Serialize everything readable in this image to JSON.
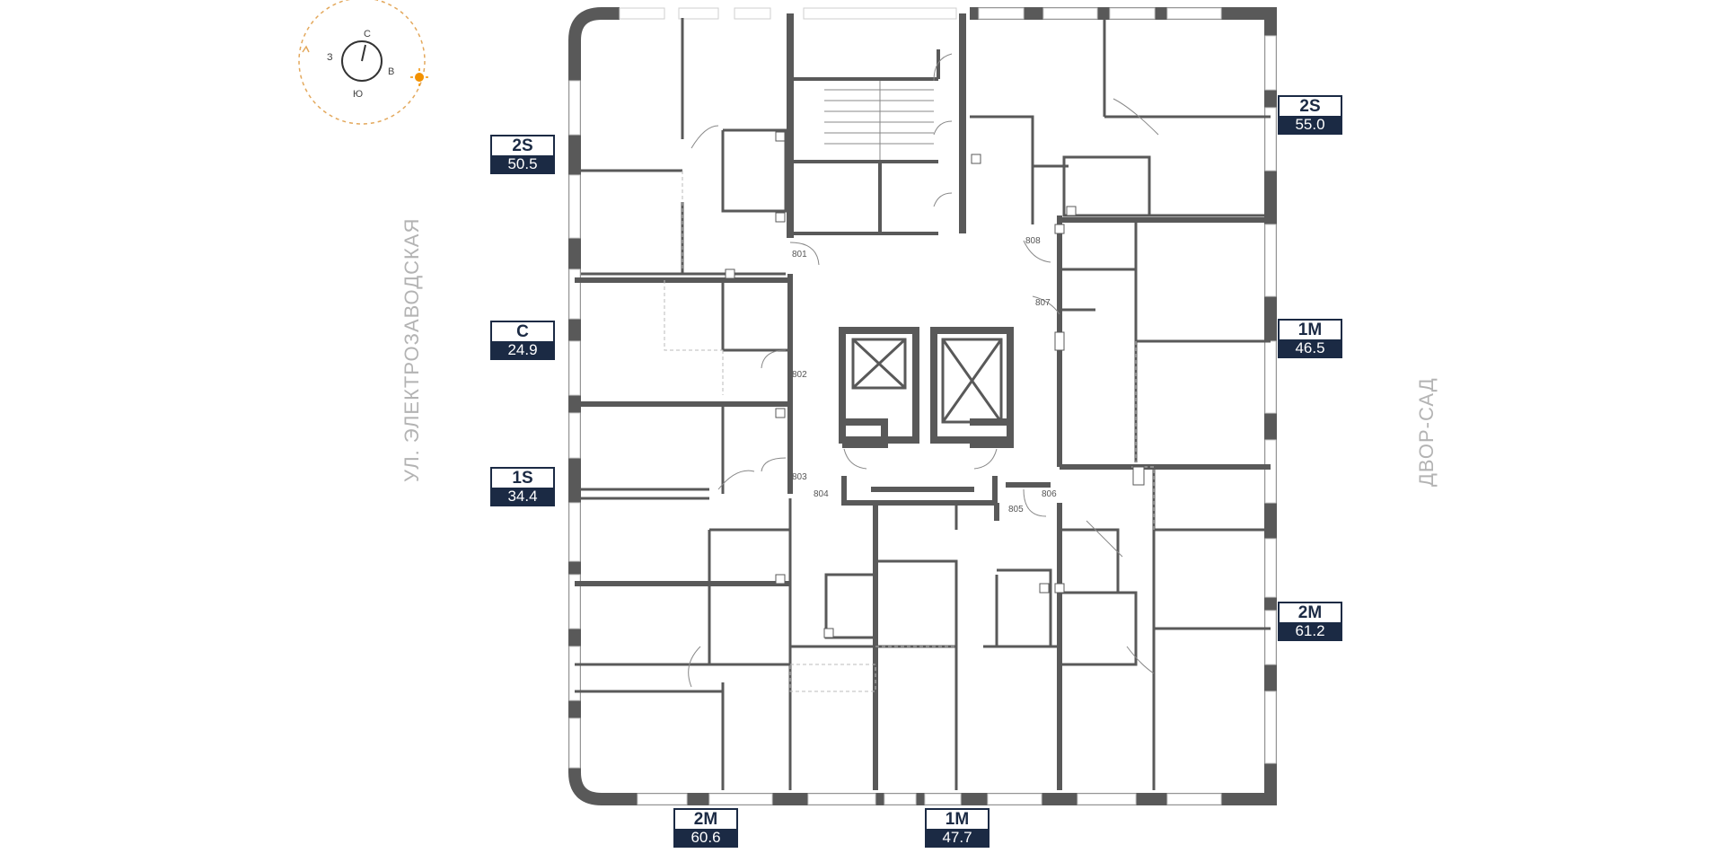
{
  "compass": {
    "north": "С",
    "west": "З",
    "east": "В",
    "south": "Ю",
    "sun_color": "#f29100",
    "arc_color": "#e3a85c"
  },
  "streets": {
    "left": "УЛ. ЭЛЕКТРОЗАВОДСКАЯ",
    "right": "ДВОР-САД"
  },
  "apartment_numbers": [
    "801",
    "802",
    "803",
    "804",
    "805",
    "806",
    "807",
    "808"
  ],
  "unit_tags": {
    "left_top": {
      "type": "2S",
      "area": "50.5"
    },
    "left_mid": {
      "type": "C",
      "area": "24.9"
    },
    "left_low": {
      "type": "1S",
      "area": "34.4"
    },
    "right_top": {
      "type": "2S",
      "area": "55.0"
    },
    "right_mid": {
      "type": "1M",
      "area": "46.5"
    },
    "right_low": {
      "type": "2M",
      "area": "61.2"
    },
    "bottom_left": {
      "type": "2M",
      "area": "60.6"
    },
    "bottom_mid": {
      "type": "1M",
      "area": "47.7"
    }
  },
  "colors": {
    "wall": "#595959",
    "tag_navy": "#1b2a44",
    "window": "#cfcfcf",
    "street_text": "#b3b3b3"
  }
}
